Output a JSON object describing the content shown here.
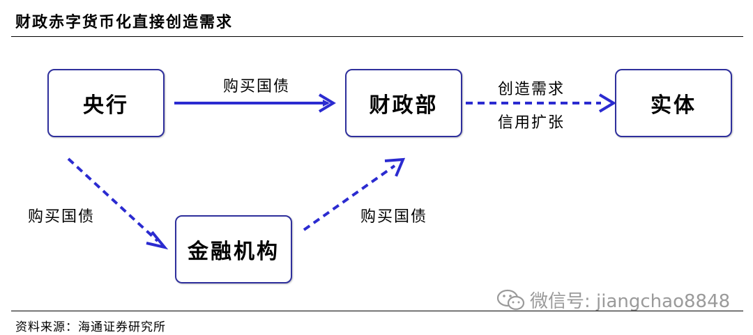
{
  "title": "财政赤字货币化直接创造需求",
  "nodes": {
    "central_bank": "央行",
    "ministry_of_finance": "财政部",
    "real_economy": "实体",
    "financial_institutions": "金融机构"
  },
  "edges": {
    "central_bank_to_mof": "购买国债",
    "mof_to_economy_top": "创造需求",
    "mof_to_economy_bottom": "信用扩张",
    "central_bank_to_fi": "购买国债",
    "fi_to_mof": "购买国债"
  },
  "footer": "资料来源：海通证券研究所",
  "watermark": "微信号: jiangchao8848",
  "colors": {
    "arrow": "#2b2bd0",
    "node_border": "#2e2f9c",
    "watermark": "#9a9a9a"
  }
}
